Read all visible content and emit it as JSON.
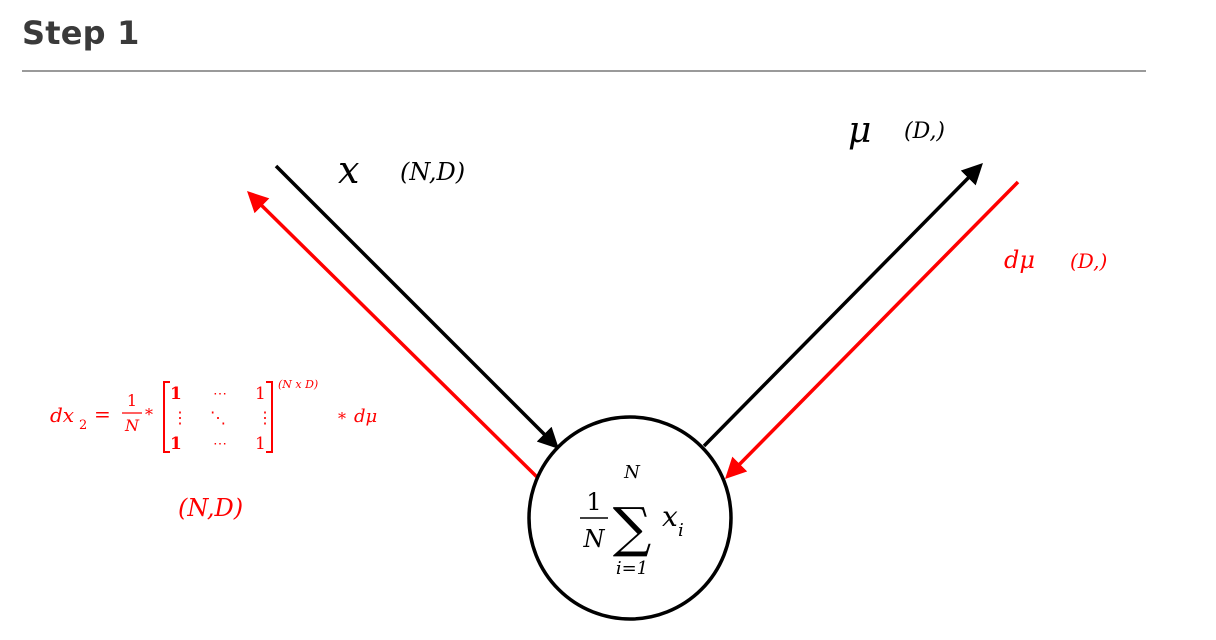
{
  "heading": "Step 1",
  "labels": {
    "x_symbol": "x",
    "x_shape": "(N,D)",
    "mu_symbol": "μ",
    "mu_shape": "(D,)",
    "dmu_symbol": "dμ",
    "dmu_shape": "(D,)",
    "dx2_shape": "(N,D)"
  },
  "node_formula": {
    "numerator": "1",
    "denominator": "N",
    "sum_top": "N",
    "sum_sign": "∑",
    "sum_bottom": "i=1",
    "term": "x",
    "term_subscript": "i"
  },
  "gradient_formula": {
    "lhs": "dx",
    "lhs_subscript": "2",
    "equals": "=",
    "frac_num": "1",
    "frac_den": "N",
    "mult1": "*",
    "matrix_r1c1": "1",
    "matrix_r1c2": "⋯",
    "matrix_r1c3": "1",
    "matrix_r2c1": "⋮",
    "matrix_r2c2": "⋱",
    "matrix_r2c3": "⋮",
    "matrix_r3c1": "1",
    "matrix_r3c2": "⋯",
    "matrix_r3c3": "1",
    "matrix_superscript": "(N x D)",
    "mult2": "*",
    "rhs": "dμ"
  },
  "colors": {
    "forward": "#000000",
    "backward": "#ff0000",
    "heading": "#3a3a3a",
    "rule": "#9a9a9a"
  }
}
